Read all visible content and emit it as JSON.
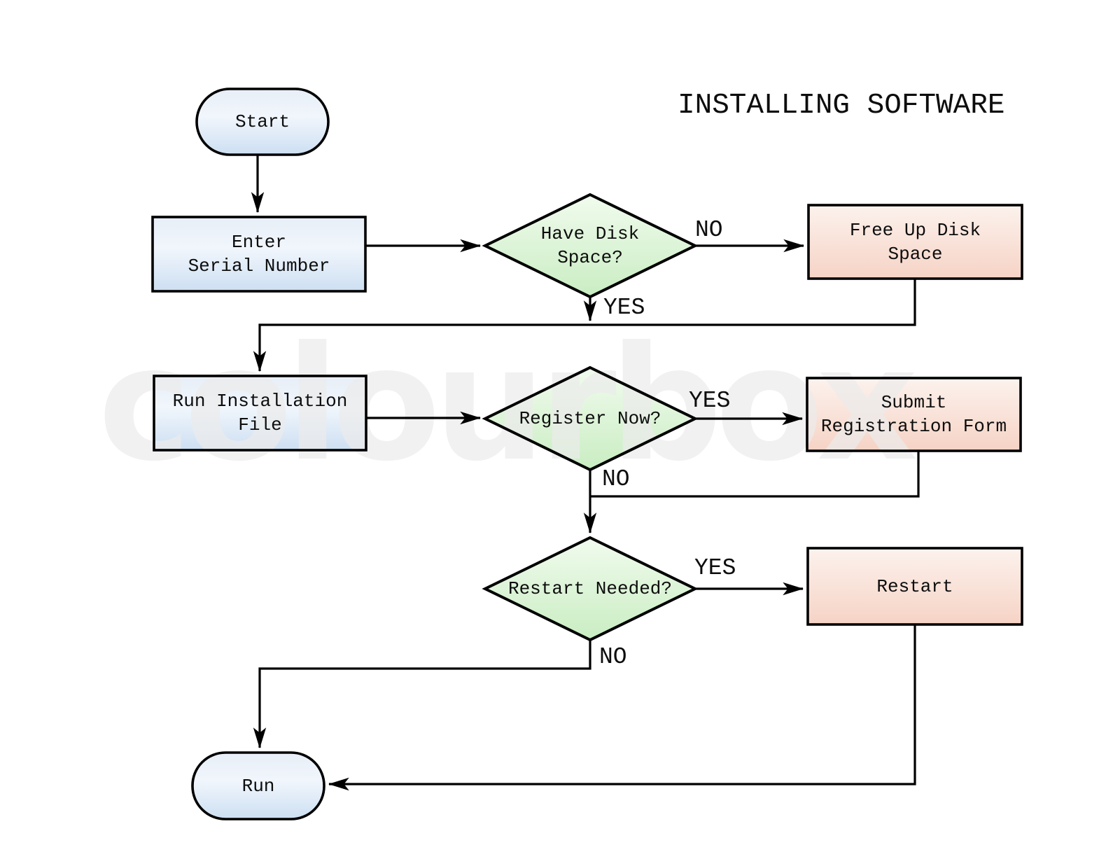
{
  "title": "INSTALLING SOFTWARE",
  "watermark_text": "colourbox",
  "colors": {
    "background": "#ffffff",
    "shape_stroke": "#000000",
    "text": "#0d0d0d",
    "blue_top": "#e7eef7",
    "blue_mid": "#f1f6fc",
    "blue_bottom": "#cddff2",
    "green_top": "#f1fbee",
    "green_bottom": "#c9edc2",
    "pink_top": "#fcf2ed",
    "pink_bottom": "#f6d3c5",
    "watermark": "#ececec"
  },
  "nodes": {
    "start": {
      "type": "terminator",
      "fill": "blue",
      "label_lines": [
        "Start"
      ]
    },
    "enter_serial": {
      "type": "process",
      "fill": "blue",
      "label_lines": [
        "Enter",
        "Serial Number"
      ]
    },
    "have_disk_space": {
      "type": "decision",
      "fill": "green",
      "label_lines": [
        "Have Disk",
        "Space?"
      ]
    },
    "free_up_disk": {
      "type": "process",
      "fill": "pink",
      "label_lines": [
        "Free Up Disk",
        "Space"
      ]
    },
    "run_installation": {
      "type": "process",
      "fill": "blue",
      "label_lines": [
        "Run Installation",
        "File"
      ]
    },
    "register_now": {
      "type": "decision",
      "fill": "green",
      "label_lines": [
        "Register Now?"
      ]
    },
    "submit_registration": {
      "type": "process",
      "fill": "pink",
      "label_lines": [
        "Submit",
        "Registration Form"
      ]
    },
    "restart_needed": {
      "type": "decision",
      "fill": "green",
      "label_lines": [
        "Restart Needed?"
      ]
    },
    "restart": {
      "type": "process",
      "fill": "pink",
      "label_lines": [
        "Restart"
      ]
    },
    "run": {
      "type": "terminator",
      "fill": "blue",
      "label_lines": [
        "Run"
      ]
    }
  },
  "branch_labels": {
    "disk_no": "NO",
    "disk_yes": "YES",
    "register_yes": "YES",
    "register_no": "NO",
    "restart_yes": "YES",
    "restart_no": "NO"
  },
  "edges": [
    {
      "from": "start",
      "to": "enter_serial",
      "label": ""
    },
    {
      "from": "enter_serial",
      "to": "have_disk_space",
      "label": ""
    },
    {
      "from": "have_disk_space",
      "to": "free_up_disk",
      "label": "NO"
    },
    {
      "from": "have_disk_space",
      "to": "run_installation",
      "label": "YES"
    },
    {
      "from": "free_up_disk",
      "to": "run_installation",
      "label": ""
    },
    {
      "from": "run_installation",
      "to": "register_now",
      "label": ""
    },
    {
      "from": "register_now",
      "to": "submit_registration",
      "label": "YES"
    },
    {
      "from": "register_now",
      "to": "restart_needed",
      "label": "NO"
    },
    {
      "from": "submit_registration",
      "to": "restart_needed",
      "label": ""
    },
    {
      "from": "restart_needed",
      "to": "restart",
      "label": "YES"
    },
    {
      "from": "restart_needed",
      "to": "run",
      "label": "NO"
    },
    {
      "from": "restart",
      "to": "run",
      "label": ""
    }
  ]
}
